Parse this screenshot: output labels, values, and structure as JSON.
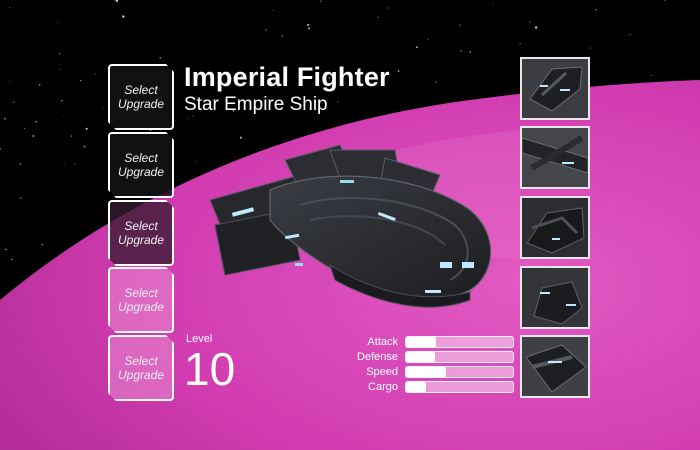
{
  "ship": {
    "name": "Imperial Fighter",
    "class": "Star Empire Ship"
  },
  "upgrade_buttons": [
    {
      "label": "Select\nUpgrade"
    },
    {
      "label": "Select\nUpgrade"
    },
    {
      "label": "Select\nUpgrade"
    },
    {
      "label": "Select\nUpgrade"
    },
    {
      "label": "Select\nUpgrade"
    }
  ],
  "level": {
    "label": "Level",
    "value": "10"
  },
  "stats": [
    {
      "name": "Attack",
      "fraction": 0.28
    },
    {
      "name": "Defense",
      "fraction": 0.27
    },
    {
      "name": "Speed",
      "fraction": 0.37
    },
    {
      "name": "Cargo",
      "fraction": 0.19
    }
  ],
  "thumbnails": [
    {
      "icon": "ship-view-top-thumbnail"
    },
    {
      "icon": "ship-view-wing-thumbnail"
    },
    {
      "icon": "ship-view-side-thumbnail"
    },
    {
      "icon": "ship-view-rear-thumbnail"
    },
    {
      "icon": "ship-view-front-thumbnail"
    }
  ],
  "colors": {
    "planet": "#d63fb4",
    "planet_light": "#e96fcc",
    "space": "#000000",
    "ship_hull": "#2e3034",
    "ship_glow": "#bfe9ff"
  }
}
